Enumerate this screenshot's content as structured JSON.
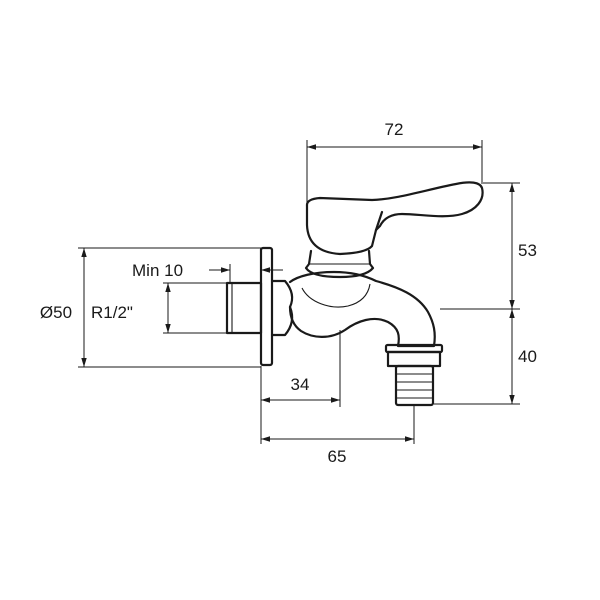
{
  "dimensions": {
    "handle_width": "72",
    "handle_height": "53",
    "spout_height": "40",
    "flange_to_outlet": "34",
    "total_depth": "65",
    "flange_diameter": "Ø50",
    "thread_size": "R1/2\"",
    "min_thread_length": "Min 10"
  },
  "colors": {
    "line": "#1a1a1a",
    "background": "#ffffff"
  }
}
